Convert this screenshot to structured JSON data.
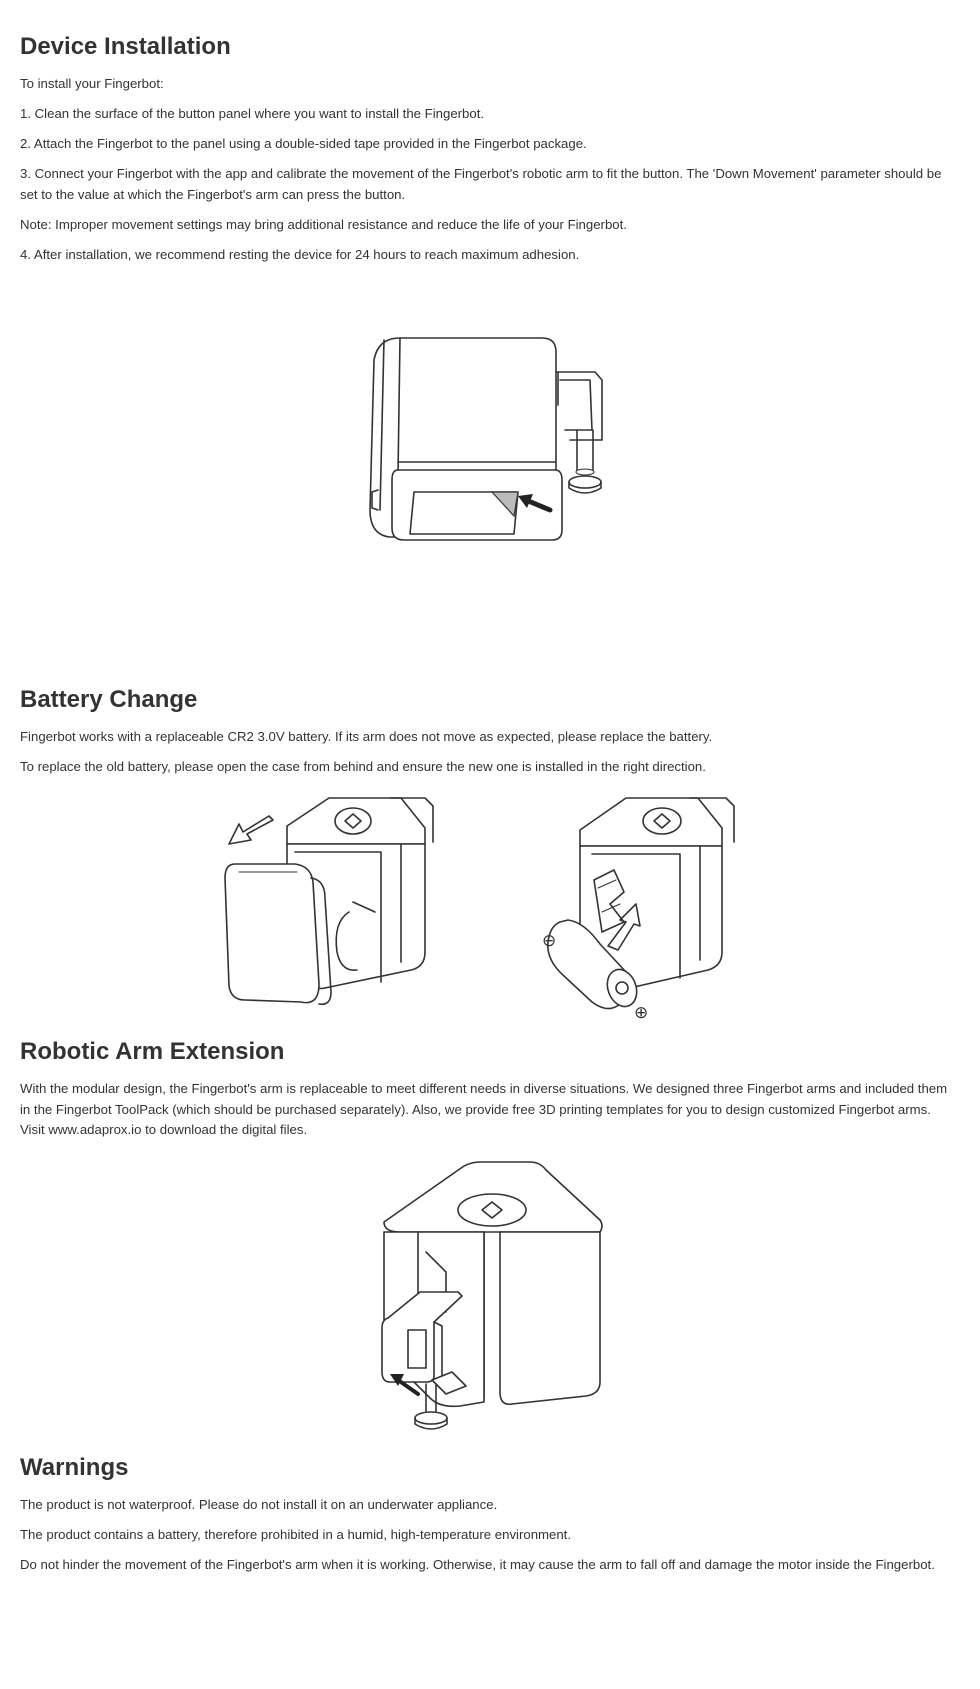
{
  "install": {
    "heading": "Device Installation",
    "intro": "To install your Fingerbot:",
    "step1": "1. Clean the surface of the button panel where you want to install the Fingerbot.",
    "step2": "2. Attach the Fingerbot to the panel using a double-sided tape provided in the Fingerbot package.",
    "step3": "3. Connect your Fingerbot with the app and calibrate the movement of the Fingerbot's robotic arm to fit the button. The 'Down Movement' parameter should be set to the value at which the Fingerbot's arm can press the button.",
    "note": "Note:  Improper movement settings may bring additional resistance and reduce the life of your Fingerbot.",
    "step4": "4. After installation, we recommend resting the device for 24 hours to reach maximum adhesion."
  },
  "battery": {
    "heading": "Battery Change",
    "line1": "Fingerbot works with a replaceable CR2 3.0V battery. If its arm does not move as expected, please replace the battery.",
    "line2": "To replace the old battery, please open the case from behind and ensure the new one is installed in the right direction.",
    "minus_symbol": "⊖",
    "plus_symbol": "⊕"
  },
  "arm": {
    "heading": "Robotic Arm Extension",
    "text": "With the modular design, the Fingerbot's arm is replaceable to meet different needs in diverse situations. We designed three Fingerbot arms and included them in the Fingerbot ToolPack (which should be purchased separately). Also, we provide free 3D printing templates for you to design customized Fingerbot arms. Visit www.adaprox.io to download the digital files."
  },
  "warnings": {
    "heading": "Warnings",
    "line1": "The product is not waterproof. Please do not install it on an underwater appliance.",
    "line2": "The product contains a battery, therefore prohibited in a humid, high-temperature environment.",
    "line3": "Do not hinder the movement of the Fingerbot's arm when it is working. Otherwise, it may cause the arm to fall off and damage the motor inside the Fingerbot."
  },
  "colors": {
    "text": "#333333",
    "background": "#ffffff"
  }
}
